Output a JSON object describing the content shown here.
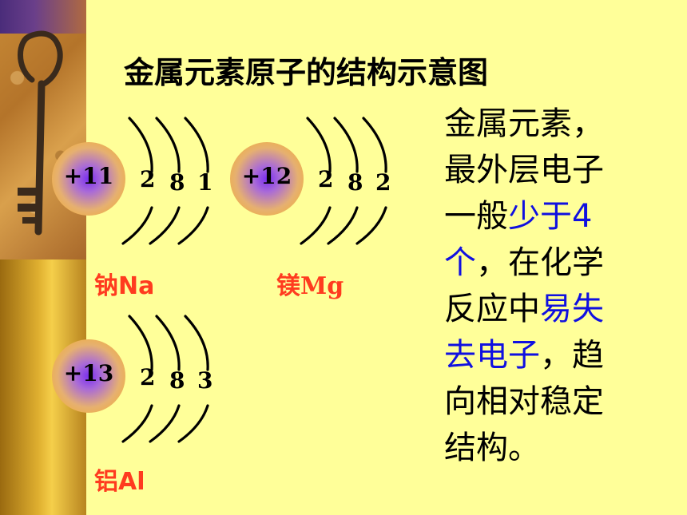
{
  "title": "金属元素原子的结构示意图",
  "atoms": [
    {
      "nucleus": "+11",
      "electrons": [
        "2",
        "8",
        "1"
      ],
      "label_cn": "钠",
      "label_sym": "Na"
    },
    {
      "nucleus": "+12",
      "electrons": [
        "2",
        "8",
        "2"
      ],
      "label_cn": "镁",
      "label_sym": "Mg"
    },
    {
      "nucleus": "+13",
      "electrons": [
        "2",
        "8",
        "3"
      ],
      "label_cn": "铝",
      "label_sym": "Al"
    }
  ],
  "description": {
    "l1": "金属元素，",
    "l2": "最外层电子",
    "l3a": "一般",
    "l3b": "少于4",
    "l4a": "个",
    "l4b": "，在化学",
    "l5a": "反应中",
    "l5b": "易失",
    "l6a": "去电子",
    "l6b": "，趋",
    "l7": "向相对稳定",
    "l8": "结构。"
  },
  "colors": {
    "background": "#ffff99",
    "label": "#ff3b1f",
    "highlight": "#1010e0"
  }
}
